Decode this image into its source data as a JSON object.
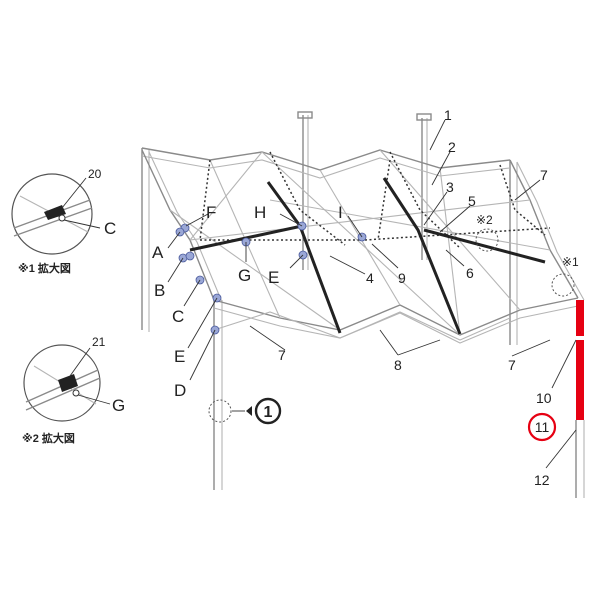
{
  "letter_labels": {
    "A": "A",
    "B": "B",
    "C": "C",
    "D": "D",
    "E": "E",
    "F": "F",
    "G": "G",
    "H": "H",
    "I": "I"
  },
  "number_labels": {
    "n1": "1",
    "n2": "2",
    "n3": "3",
    "n4": "4",
    "n5": "5",
    "n6": "6",
    "n7": "7",
    "n8": "8",
    "n9": "9",
    "n10": "10",
    "n11": "11",
    "n12": "12",
    "n20": "20",
    "n21": "21"
  },
  "marks": {
    "note1": "※1",
    "note2": "※2"
  },
  "zoom_captions": {
    "zoom1": "※1 拡大図",
    "zoom2": "※2 拡大図"
  },
  "highlight_color": "#e60012",
  "callout_number": "1"
}
